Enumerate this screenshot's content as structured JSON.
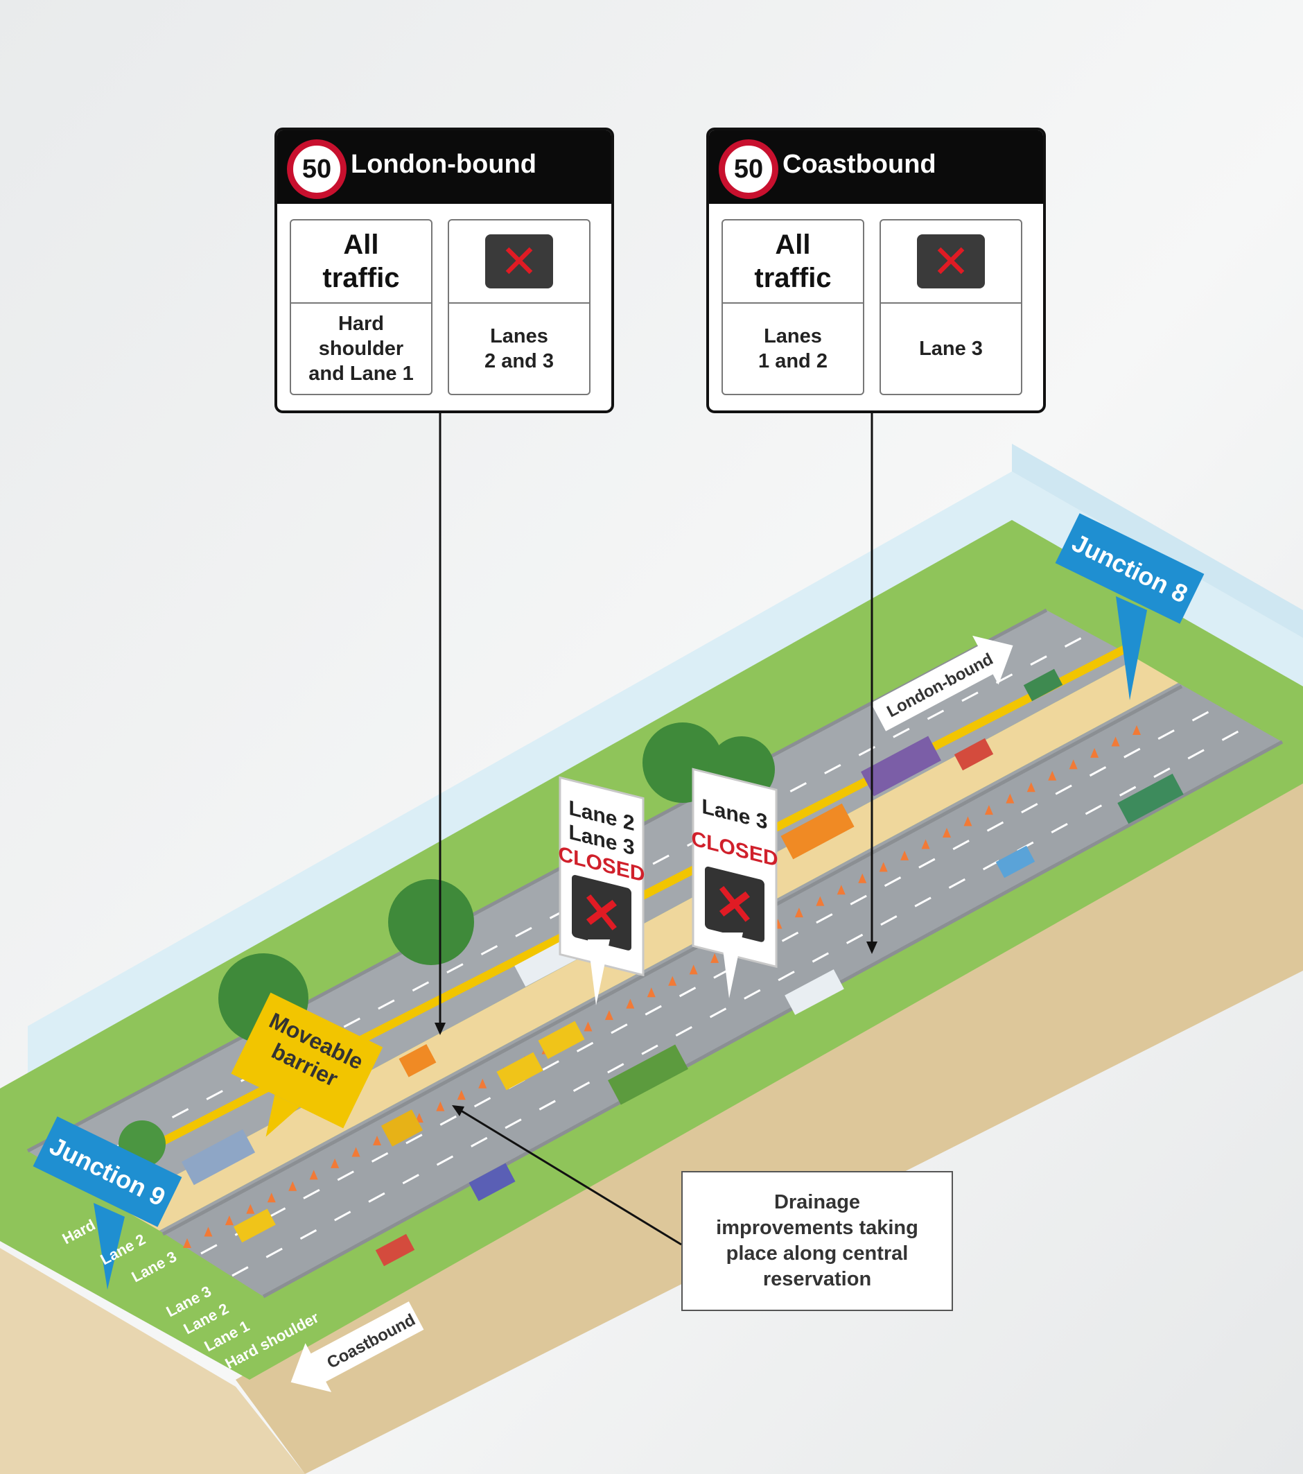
{
  "panels": {
    "london": {
      "speed_limit": "50",
      "title": "London-bound",
      "left_top": "All\ntraffic",
      "left_bottom": "Hard\nshoulder\nand Lane 1",
      "right_bottom": "Lanes\n2 and 3"
    },
    "coast": {
      "speed_limit": "50",
      "title": "Coastbound",
      "left_top": "All\ntraffic",
      "left_bottom": "Lanes\n1 and 2",
      "right_bottom": "Lane 3"
    }
  },
  "junctions": {
    "j8": "Junction 8",
    "j9": "Junction 9"
  },
  "roadside_signs": {
    "sign1": {
      "line1": "Lane 2",
      "line2": "Lane 3",
      "line3": "CLOSED"
    },
    "sign2": {
      "line1": "Lane 3",
      "line2": "CLOSED"
    }
  },
  "barrier_label": "Moveable\nbarrier",
  "direction_labels": {
    "london": "London-bound",
    "coast": "Coastbound"
  },
  "lane_markings": {
    "north": [
      "Hard",
      "Lane 2",
      "Lane 3"
    ],
    "south": [
      "Lane 3",
      "Lane 2",
      "Lane 1",
      "Hard shoulder"
    ]
  },
  "note": "Drainage\nimprovements taking\nplace along central\nreservation",
  "colors": {
    "panel_black": "#0b0b0b",
    "speed_red": "#c8102e",
    "junction_blue": "#1f8fd1",
    "barrier_yellow": "#f2c500",
    "grass": "#8fc45a",
    "road": "#9ea3a8"
  }
}
